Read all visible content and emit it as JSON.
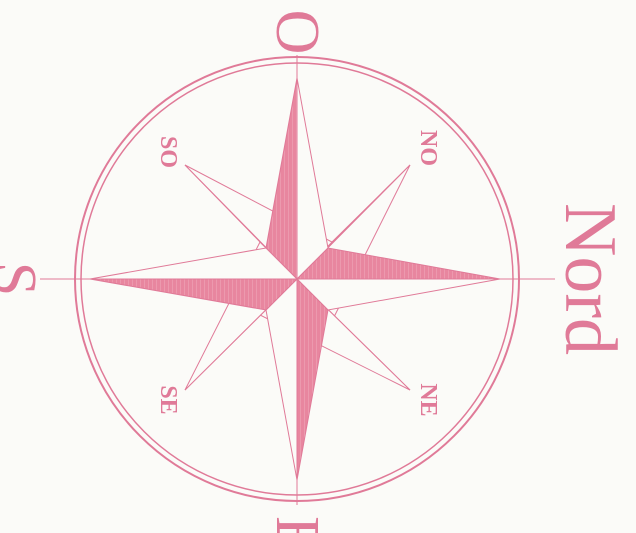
{
  "compass": {
    "labels": {
      "north": "Nord",
      "south": "S",
      "east": "E",
      "west": "O",
      "northeast": "NE",
      "northwest": "NO",
      "southeast": "SE",
      "southwest": "SO"
    },
    "colors": {
      "ink": "#e07a98",
      "fill": "#e57d9d",
      "paper": "#fbfbf8"
    }
  }
}
